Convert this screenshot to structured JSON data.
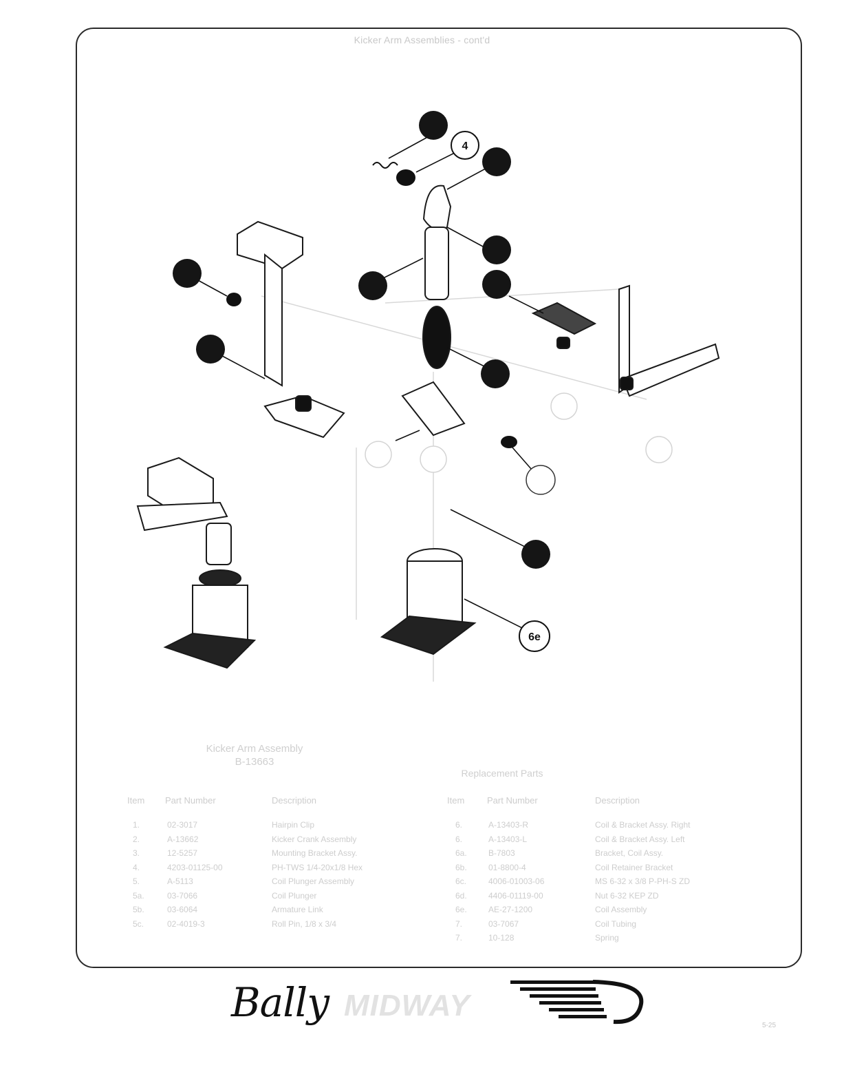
{
  "page": {
    "title": "Kicker Arm Assemblies - cont'd",
    "page_number": "5-25"
  },
  "callouts": {
    "c4": "4",
    "c6e": "6e"
  },
  "assembly": {
    "title_line1": "Kicker Arm Assembly",
    "title_line2": "B-13663",
    "headers": {
      "item": "Item",
      "part": "Part Number",
      "desc": "Description"
    },
    "rows": [
      {
        "item": "1.",
        "part": "02-3017",
        "desc": "Hairpin Clip"
      },
      {
        "item": "2.",
        "part": "A-13662",
        "desc": "Kicker Crank Assembly"
      },
      {
        "item": "3.",
        "part": "12-5257",
        "desc": "Mounting Bracket Assy."
      },
      {
        "item": "4.",
        "part": "4203-01125-00",
        "desc": "PH-TWS 1/4-20x1/8 Hex"
      },
      {
        "item": "5.",
        "part": "A-5113",
        "desc": "Coil Plunger Assembly"
      },
      {
        "item": "5a.",
        "part": "03-7066",
        "desc": "Coil Plunger"
      },
      {
        "item": "5b.",
        "part": "03-6064",
        "desc": "Armature Link"
      },
      {
        "item": "5c.",
        "part": "02-4019-3",
        "desc": "Roll Pin, 1/8 x 3/4"
      }
    ]
  },
  "replacement": {
    "title": "Replacement Parts",
    "headers": {
      "item": "Item",
      "part": "Part Number",
      "desc": "Description"
    },
    "rows": [
      {
        "item": "6.",
        "part": "A-13403-R",
        "desc": "Coil & Bracket Assy. Right"
      },
      {
        "item": "6.",
        "part": "A-13403-L",
        "desc": "Coil & Bracket Assy. Left"
      },
      {
        "item": "6a.",
        "part": "B-7803",
        "desc": "Bracket, Coil Assy."
      },
      {
        "item": "6b.",
        "part": "01-8800-4",
        "desc": "Coil Retainer Bracket"
      },
      {
        "item": "6c.",
        "part": "4006-01003-06",
        "desc": "MS 6-32 x 3/8 P-PH-S ZD"
      },
      {
        "item": "6d.",
        "part": "4406-01119-00",
        "desc": "Nut 6-32 KEP ZD"
      },
      {
        "item": "6e.",
        "part": "AE-27-1200",
        "desc": "Coil Assembly"
      },
      {
        "item": "7.",
        "part": "03-7067",
        "desc": "Coil Tubing"
      },
      {
        "item": "7.",
        "part": "10-128",
        "desc": "Spring"
      }
    ]
  },
  "footer": {
    "brand_bally": "Bally",
    "brand_midway": "MIDWAY",
    "logo": "wing-emblem-icon"
  }
}
